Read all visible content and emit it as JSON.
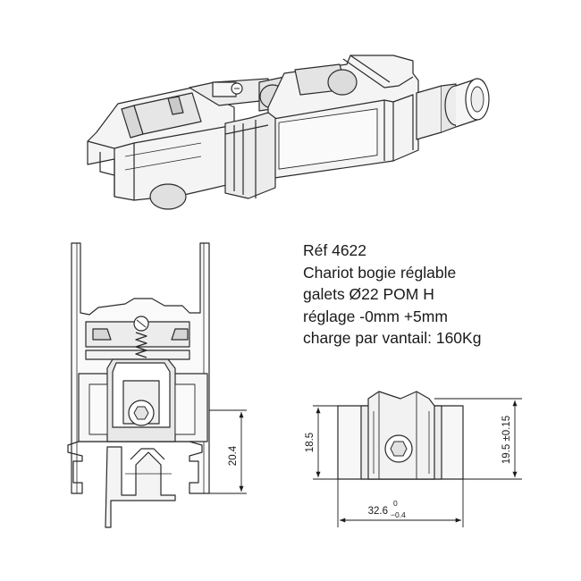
{
  "spec": {
    "ref": "Réf 4622",
    "description": "Chariot bogie réglable",
    "wheels": "galets Ø22 POM H",
    "adjustment": "réglage -0mm +5mm",
    "load": "charge par vantail: 160Kg"
  },
  "dimensions": {
    "section_height": "20.4",
    "block_height": "18.5",
    "overall_height": "19.5 ±0.15",
    "width": "32.6",
    "width_tol_upper": "0",
    "width_tol_lower": "−0.4"
  }
}
